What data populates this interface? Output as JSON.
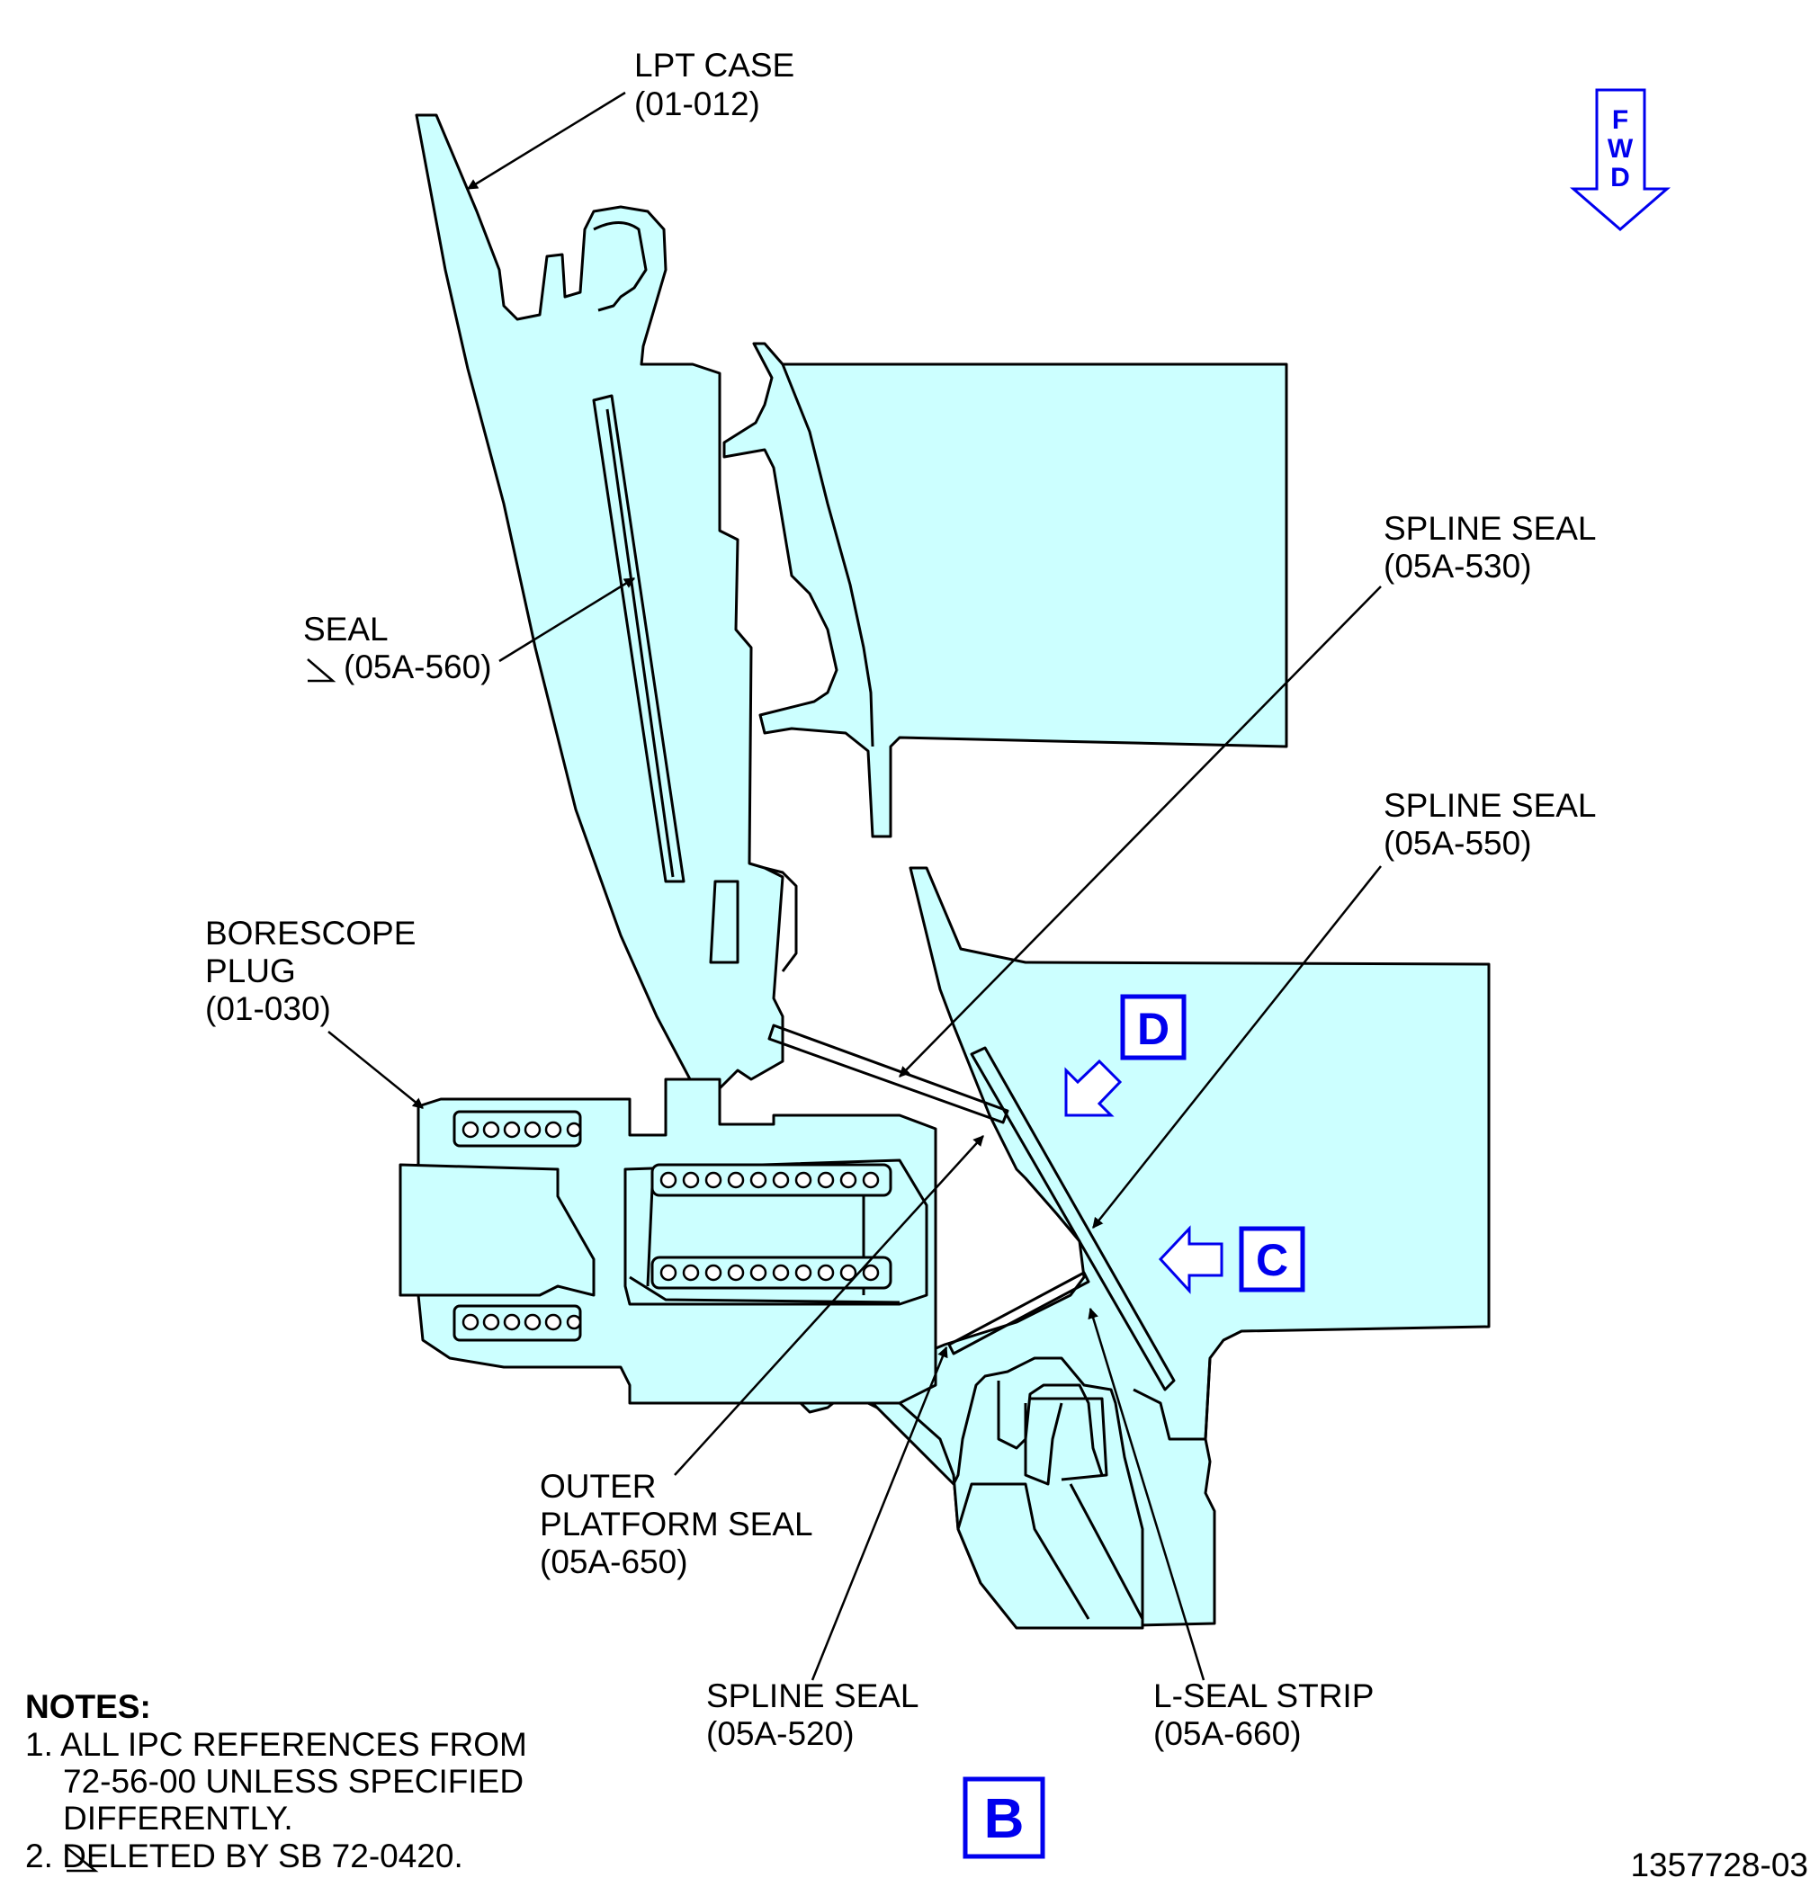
{
  "callouts": {
    "lpt_case": {
      "name": "LPT CASE",
      "ref": "(01-012)"
    },
    "seal": {
      "name": "SEAL",
      "ref": "(05A-560)"
    },
    "spline_seal_530": {
      "name": "SPLINE SEAL",
      "ref": "(05A-530)"
    },
    "spline_seal_550": {
      "name": "SPLINE SEAL",
      "ref": "(05A-550)"
    },
    "borescope_plug": {
      "line1": "BORESCOPE",
      "line2": "PLUG",
      "ref": "(01-030)"
    },
    "outer_platform_seal": {
      "line1": "OUTER",
      "line2": "PLATFORM SEAL",
      "ref": "(05A-650)"
    },
    "spline_seal_520": {
      "name": "SPLINE SEAL",
      "ref": "(05A-520)"
    },
    "l_seal_strip": {
      "name": "L-SEAL STRIP",
      "ref": "(05A-660)"
    }
  },
  "view_labels": {
    "d": "D",
    "c": "C",
    "b": "B"
  },
  "fwd": {
    "f": "F",
    "w": "W",
    "d": "D"
  },
  "notes": {
    "title": "NOTES:",
    "n1_line1": "1. ALL IPC REFERENCES FROM",
    "n1_line2": "72-56-00 UNLESS SPECIFIED",
    "n1_line3": "DIFFERENTLY.",
    "n2": "2.     DELETED BY SB 72-0420."
  },
  "figure_number": "1357728-03",
  "colors": {
    "part_fill": "#ccffff",
    "view_blue": "#0000ee",
    "outline": "#000000"
  }
}
